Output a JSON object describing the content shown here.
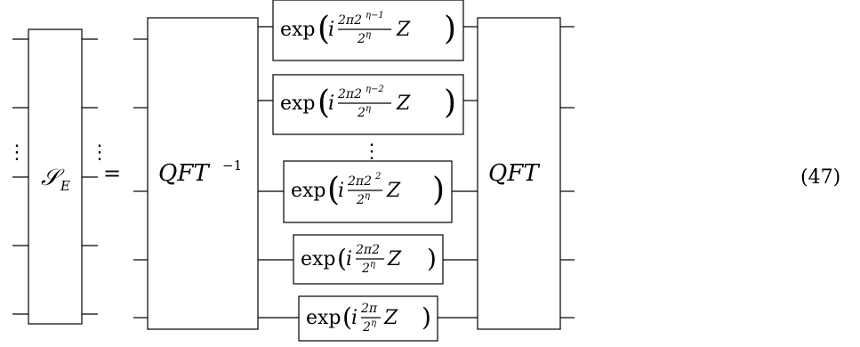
{
  "equation": {
    "lhs_label": "𝒮",
    "lhs_subscript": "E",
    "equals": "=",
    "qft_inverse": {
      "base": "QFT",
      "sup": "−1"
    },
    "qft": "QFT",
    "vdots": "⋮",
    "number": "(47)"
  },
  "gates": [
    {
      "func": "exp",
      "i": "i",
      "num": "2π2",
      "num_exp": "η−1",
      "den": "2",
      "den_exp": "η",
      "op": "Z"
    },
    {
      "func": "exp",
      "i": "i",
      "num": "2π2",
      "num_exp": "η−2",
      "den": "2",
      "den_exp": "η",
      "op": "Z"
    },
    {
      "func": "exp",
      "i": "i",
      "num": "2π2",
      "num_exp": "2",
      "den": "2",
      "den_exp": "η",
      "op": "Z"
    },
    {
      "func": "exp",
      "i": "i",
      "num": "2π2",
      "num_exp": "",
      "den": "2",
      "den_exp": "η",
      "op": "Z"
    },
    {
      "func": "exp",
      "i": "i",
      "num": "2π",
      "num_exp": "",
      "den": "2",
      "den_exp": "η",
      "op": "Z"
    }
  ]
}
